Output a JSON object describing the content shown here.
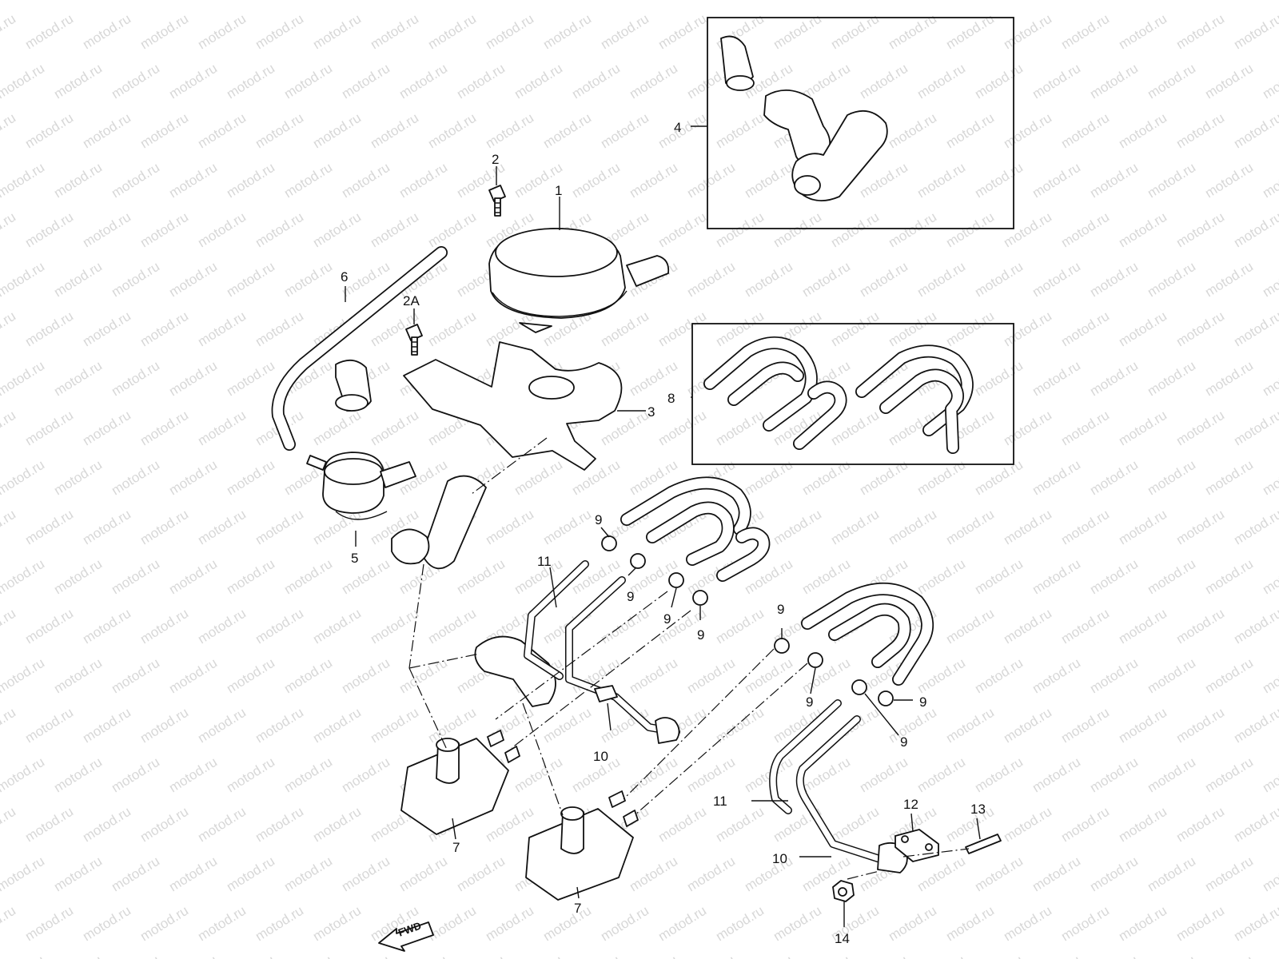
{
  "watermark": "motod.ru",
  "fwd_label": "FWD",
  "callouts": [
    {
      "id": "c1",
      "text": "1"
    },
    {
      "id": "c2",
      "text": "2"
    },
    {
      "id": "c2a",
      "text": "2A"
    },
    {
      "id": "c3",
      "text": "3"
    },
    {
      "id": "c4",
      "text": "4"
    },
    {
      "id": "c5",
      "text": "5"
    },
    {
      "id": "c6",
      "text": "6"
    },
    {
      "id": "c7a",
      "text": "7"
    },
    {
      "id": "c7b",
      "text": "7"
    },
    {
      "id": "c8",
      "text": "8"
    },
    {
      "id": "c9a",
      "text": "9"
    },
    {
      "id": "c9b",
      "text": "9"
    },
    {
      "id": "c9c",
      "text": "9"
    },
    {
      "id": "c9d",
      "text": "9"
    },
    {
      "id": "c9e",
      "text": "9"
    },
    {
      "id": "c9f",
      "text": "9"
    },
    {
      "id": "c9g",
      "text": "9"
    },
    {
      "id": "c9h",
      "text": "9"
    },
    {
      "id": "c10a",
      "text": "10"
    },
    {
      "id": "c10b",
      "text": "10"
    },
    {
      "id": "c11a",
      "text": "11"
    },
    {
      "id": "c11b",
      "text": "11"
    },
    {
      "id": "c12",
      "text": "12"
    },
    {
      "id": "c13",
      "text": "13"
    },
    {
      "id": "c14",
      "text": "14"
    }
  ]
}
